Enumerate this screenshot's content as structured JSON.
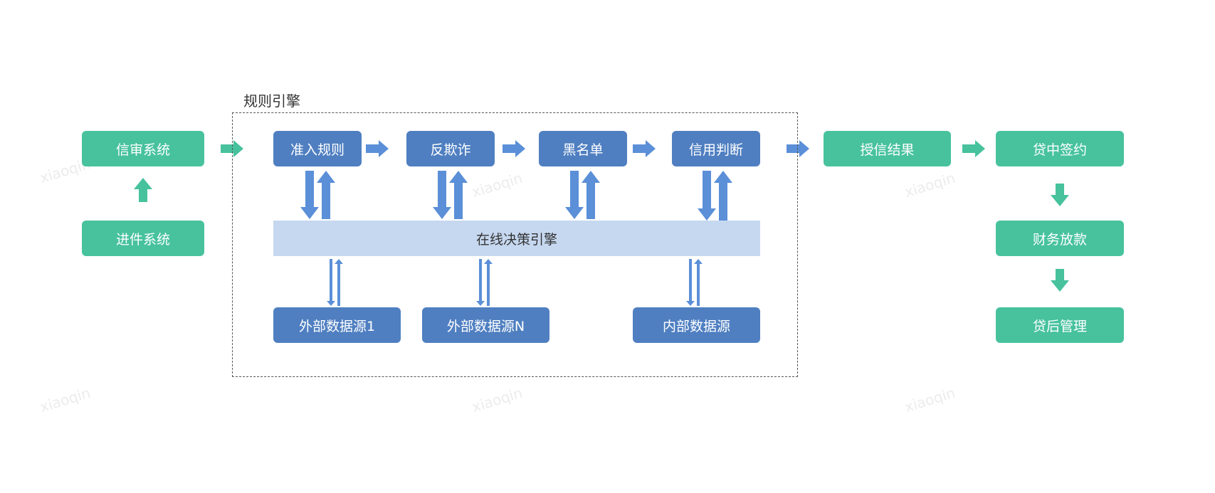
{
  "colors": {
    "green": "#47c29d",
    "blue": "#4f7fc1",
    "band": "#c6d8f0",
    "arrow_blue": "#5b8fd8",
    "arrow_green": "#47c29d"
  },
  "watermark": "xiaoqin",
  "rule_engine": {
    "label": "规则引擎",
    "steps": [
      "准入规则",
      "反欺诈",
      "黑名单",
      "信用判断"
    ],
    "decision_engine": "在线决策引擎",
    "data_sources": [
      "外部数据源1",
      "外部数据源N",
      "内部数据源"
    ]
  },
  "left": {
    "credit_review": "信审系统",
    "intake": "进件系统"
  },
  "right": {
    "credit_result": "授信结果",
    "signing": "贷中签约",
    "disbursement": "财务放款",
    "post_loan": "贷后管理"
  }
}
